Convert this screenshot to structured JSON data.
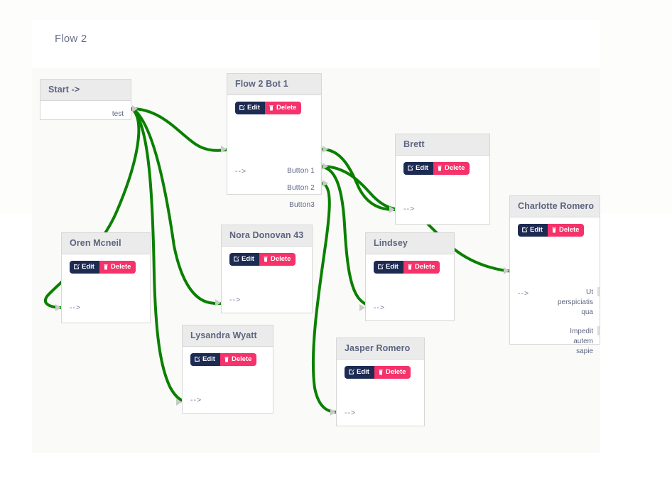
{
  "page": {
    "title": "Flow 2",
    "accent_green": "#0a8000",
    "edit_color": "#1d2b53",
    "delete_color": "#f5326a",
    "node_header_bg": "#ebebeb",
    "canvas_bg": "#fafaf8"
  },
  "actions": {
    "edit_label": "Edit",
    "delete_label": "Delete",
    "edit_icon": "pencil-square-icon",
    "delete_icon": "trash-icon"
  },
  "ports": {
    "in_label": "-->"
  },
  "nodes": [
    {
      "id": "start",
      "title": "Start ->",
      "out_label": "test",
      "has_actions": false
    },
    {
      "id": "flow-2-bot-1",
      "title": "Flow 2 Bot 1",
      "in_label": "-->",
      "outputs": [
        "Button 1",
        "Button 2",
        "Button3"
      ],
      "has_actions": true
    },
    {
      "id": "oren-mcneil",
      "title": "Oren Mcneil",
      "in_label": "-->",
      "has_actions": true
    },
    {
      "id": "nora-donovan-43",
      "title": "Nora Donovan 43",
      "in_label": "-->",
      "has_actions": true
    },
    {
      "id": "lysandra-wyatt",
      "title": "Lysandra Wyatt",
      "in_label": "-->",
      "has_actions": true
    },
    {
      "id": "brett",
      "title": "Brett",
      "in_label": "-->",
      "has_actions": true
    },
    {
      "id": "lindsey",
      "title": "Lindsey",
      "in_label": "-->",
      "has_actions": true
    },
    {
      "id": "jasper-romero",
      "title": "Jasper Romero",
      "in_label": "-->",
      "has_actions": true
    },
    {
      "id": "charlotte-romero",
      "title": "Charlotte Romero",
      "in_label": "-->",
      "outputs": [
        "Ut\nperspiciatis\nqua",
        "Impedit\nautem\nsapie"
      ],
      "has_actions": true
    }
  ],
  "edges": [
    {
      "from": "start.test",
      "to": "flow-2-bot-1.in"
    },
    {
      "from": "start.test",
      "to": "oren-mcneil.in"
    },
    {
      "from": "start.test",
      "to": "lysandra-wyatt.in"
    },
    {
      "from": "start.test",
      "to": "nora-donovan-43.in"
    },
    {
      "from": "flow-2-bot-1.Button 1",
      "to": "brett.in"
    },
    {
      "from": "flow-2-bot-1.Button 2",
      "to": "brett.in"
    },
    {
      "from": "flow-2-bot-1.Button 2",
      "to": "lindsey.in"
    },
    {
      "from": "flow-2-bot-1.Button3",
      "to": "jasper-romero.in"
    },
    {
      "from": "brett.out",
      "to": "charlotte-romero.in"
    }
  ]
}
